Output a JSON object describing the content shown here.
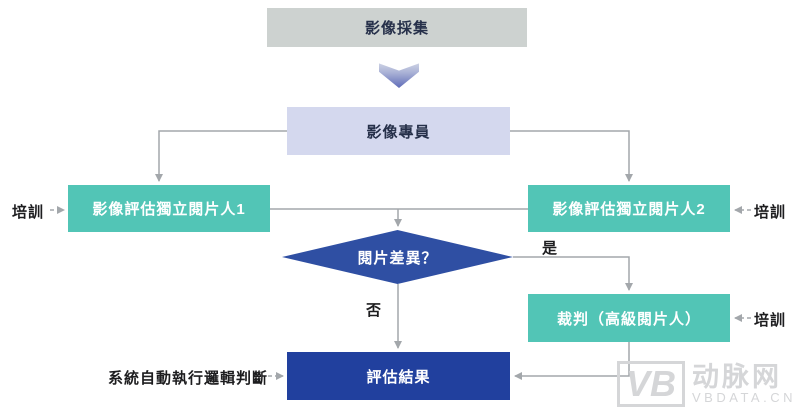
{
  "diagram": {
    "nodes": {
      "capture": "影像採集",
      "specialist": "影像專員",
      "reader1": "影像評估獨立閱片人1",
      "reader2": "影像評估獨立閱片人2",
      "decision": "閱片差異？",
      "adjudicator": "裁判（高級閱片人）",
      "result": "評估結果"
    },
    "labels": {
      "training_left": "培訓",
      "training_right_top": "培訓",
      "training_right_bottom": "培訓",
      "yes": "是",
      "no": "否",
      "system_note": "系統自動執行邏輯判斷"
    },
    "colors": {
      "capture_bg": "#cdd2d0",
      "specialist_bg": "#d4d8ee",
      "reader_bg": "#52c5b6",
      "decision_bg": "#2f4fa3",
      "result_bg": "#21409e",
      "connector": "#a3a7ab",
      "dark_text": "#26304a"
    },
    "watermark": {
      "logo": "VB",
      "name": "动脉网",
      "domain": "VBDATA.CN"
    }
  }
}
